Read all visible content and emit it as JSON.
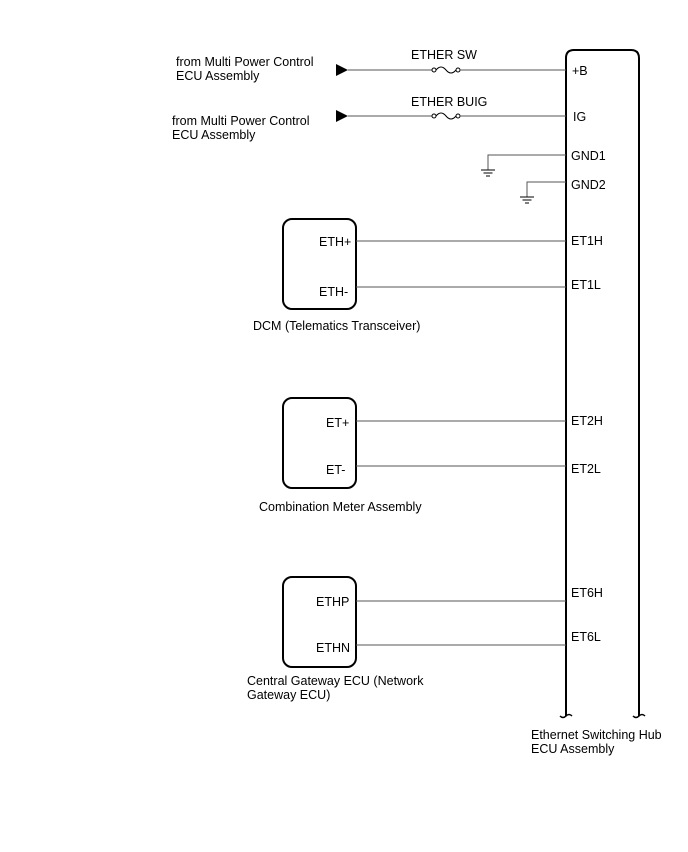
{
  "power_inputs": [
    {
      "source_line1": "from Multi Power Control",
      "source_line2": "ECU Assembly",
      "fuse": "ETHER SW",
      "pin": "+B"
    },
    {
      "source_line1": "from Multi Power Control",
      "source_line2": "ECU Assembly",
      "fuse": "ETHER BUIG",
      "pin": "IG"
    }
  ],
  "grounds": [
    {
      "pin": "GND1"
    },
    {
      "pin": "GND2"
    }
  ],
  "components": [
    {
      "name": "DCM (Telematics Transceiver)",
      "pins": [
        {
          "label": "ETH+",
          "hub_pin": "ET1H"
        },
        {
          "label": "ETH-",
          "hub_pin": "ET1L"
        }
      ]
    },
    {
      "name": "Combination Meter Assembly",
      "pins": [
        {
          "label": "ET+",
          "hub_pin": "ET2H"
        },
        {
          "label": "ET-",
          "hub_pin": "ET2L"
        }
      ]
    },
    {
      "name_line1": "Central Gateway ECU (Network",
      "name_line2": "Gateway ECU)",
      "pins": [
        {
          "label": "ETHP",
          "hub_pin": "ET6H"
        },
        {
          "label": "ETHN",
          "hub_pin": "ET6L"
        }
      ]
    }
  ],
  "hub": {
    "name_line1": "Ethernet Switching Hub",
    "name_line2": "ECU Assembly"
  }
}
